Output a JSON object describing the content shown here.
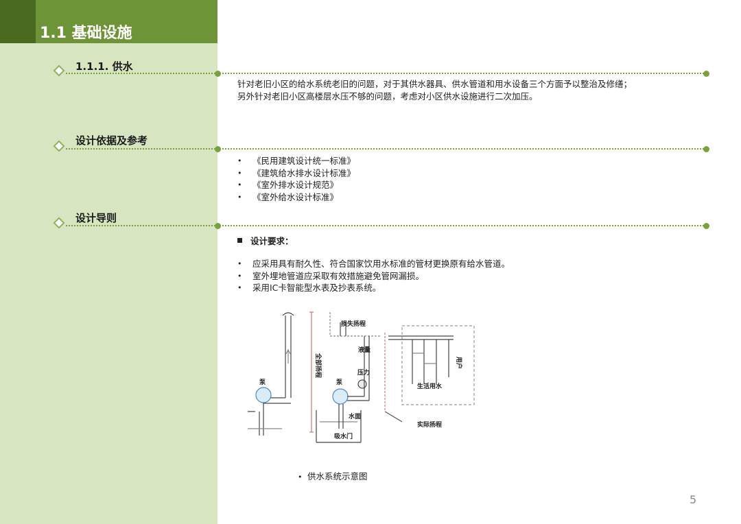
{
  "header": {
    "title": "1.1 基础设施"
  },
  "sections": [
    {
      "title": "1.1.1. 供水"
    },
    {
      "title": "设计依据及参考"
    },
    {
      "title": "设计导则"
    }
  ],
  "intro": {
    "lines": [
      "针对老旧小区的给水系统老旧的问题，对于其供水器具、供水管道和用水设备三个方面予以整治及修缮；",
      "另外针对老旧小区高楼层水压不够的问题，考虑对小区供水设施进行二次加压。"
    ]
  },
  "references": [
    "《民用建筑设计统一标准》",
    "《建筑给水排水设计标准》",
    "《室外排水设计规范》",
    "《室外给水设计标准》"
  ],
  "requirements": {
    "title": "设计要求：",
    "items": [
      "应采用具有耐久性、符合国家饮用水标准的管材更换原有给水管道。",
      "室外埋地管道应采取有效措施避免管网漏损。",
      "采用IC卡智能型水表及抄表系统。"
    ]
  },
  "diagram": {
    "labels": {
      "loss_head": "损失扬程",
      "total_head": "全部扬程",
      "flow": "液量",
      "pressure": "压力",
      "pump_left": "泵",
      "pump_right": "泵",
      "user": "用户",
      "domestic_water": "生活用水",
      "water_surface": "水面",
      "actual_head": "实际扬程",
      "suction_valve": "吸水门"
    }
  },
  "caption": "供水系统示意图",
  "page_number": "5",
  "colors": {
    "sidebar": "#d7e6c0",
    "header": "#6e9438",
    "header_dark": "#4a6a20",
    "accent": "#7aa23a"
  }
}
